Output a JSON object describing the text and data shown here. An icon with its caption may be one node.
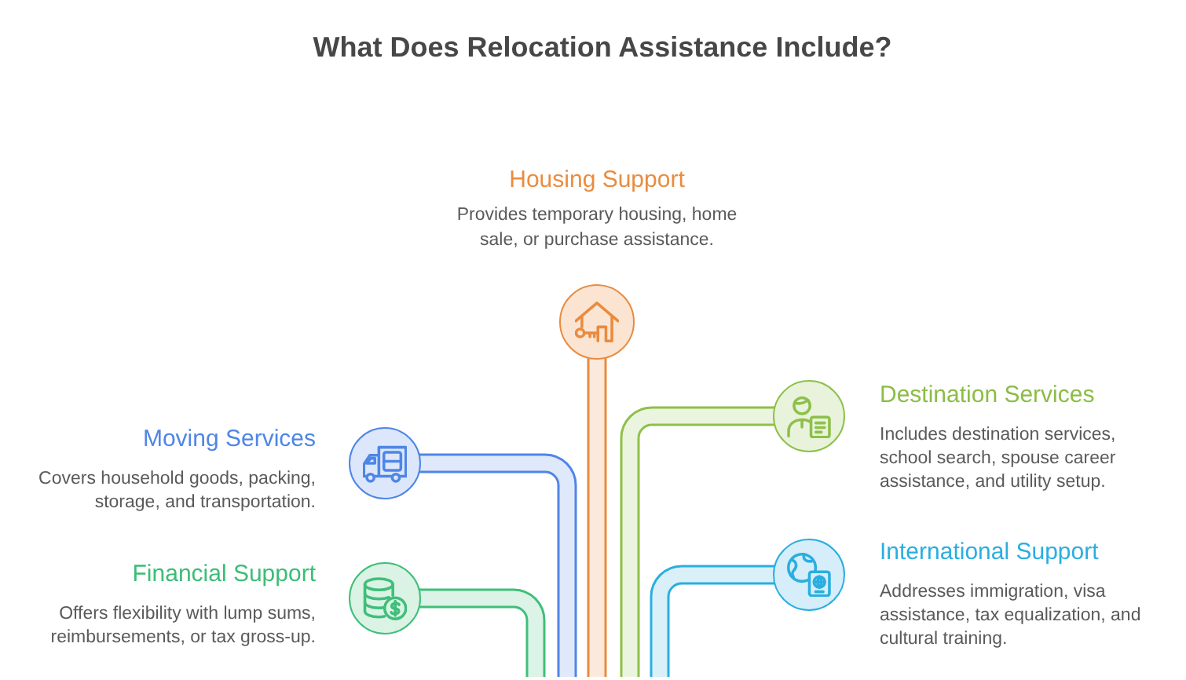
{
  "diagram": {
    "title": "What Does Relocation Assistance Include?",
    "nodes": [
      {
        "text": [],
        "shape": "circle",
        "beside": [
          "Housing Support",
          "Provides temporary housing, home sale, or purchase assistance."
        ]
      },
      {
        "text": [],
        "shape": "circle",
        "beside": [
          "Destination Services",
          "Includes destination services, school search, spouse career assistance, and utility setup."
        ]
      },
      {
        "text": [],
        "shape": "circle",
        "beside": [
          "Moving Services",
          "Covers household goods, packing, storage, and transportation."
        ]
      },
      {
        "text": [],
        "shape": "circle",
        "beside": [
          "International Support",
          "Addresses immigration, visa assistance, tax equalization, and cultural training."
        ]
      },
      {
        "text": [],
        "shape": "circle",
        "beside": [
          "Financial Support",
          "Offers flexibility with lump sums, reimbursements, or tax gross-up."
        ]
      }
    ],
    "edges": [
      {
        "from": 0,
        "to": null,
        "arrow": "none",
        "color": "#e98b3f"
      },
      {
        "from": 1,
        "to": null,
        "arrow": "none",
        "color": "#8ec04a"
      },
      {
        "from": 2,
        "to": null,
        "arrow": "none",
        "color": "#4f86e6"
      },
      {
        "from": 3,
        "to": null,
        "arrow": "none",
        "color": "#2aaee0"
      },
      {
        "from": 4,
        "to": null,
        "arrow": "none",
        "color": "#3fbf7a"
      }
    ]
  }
}
